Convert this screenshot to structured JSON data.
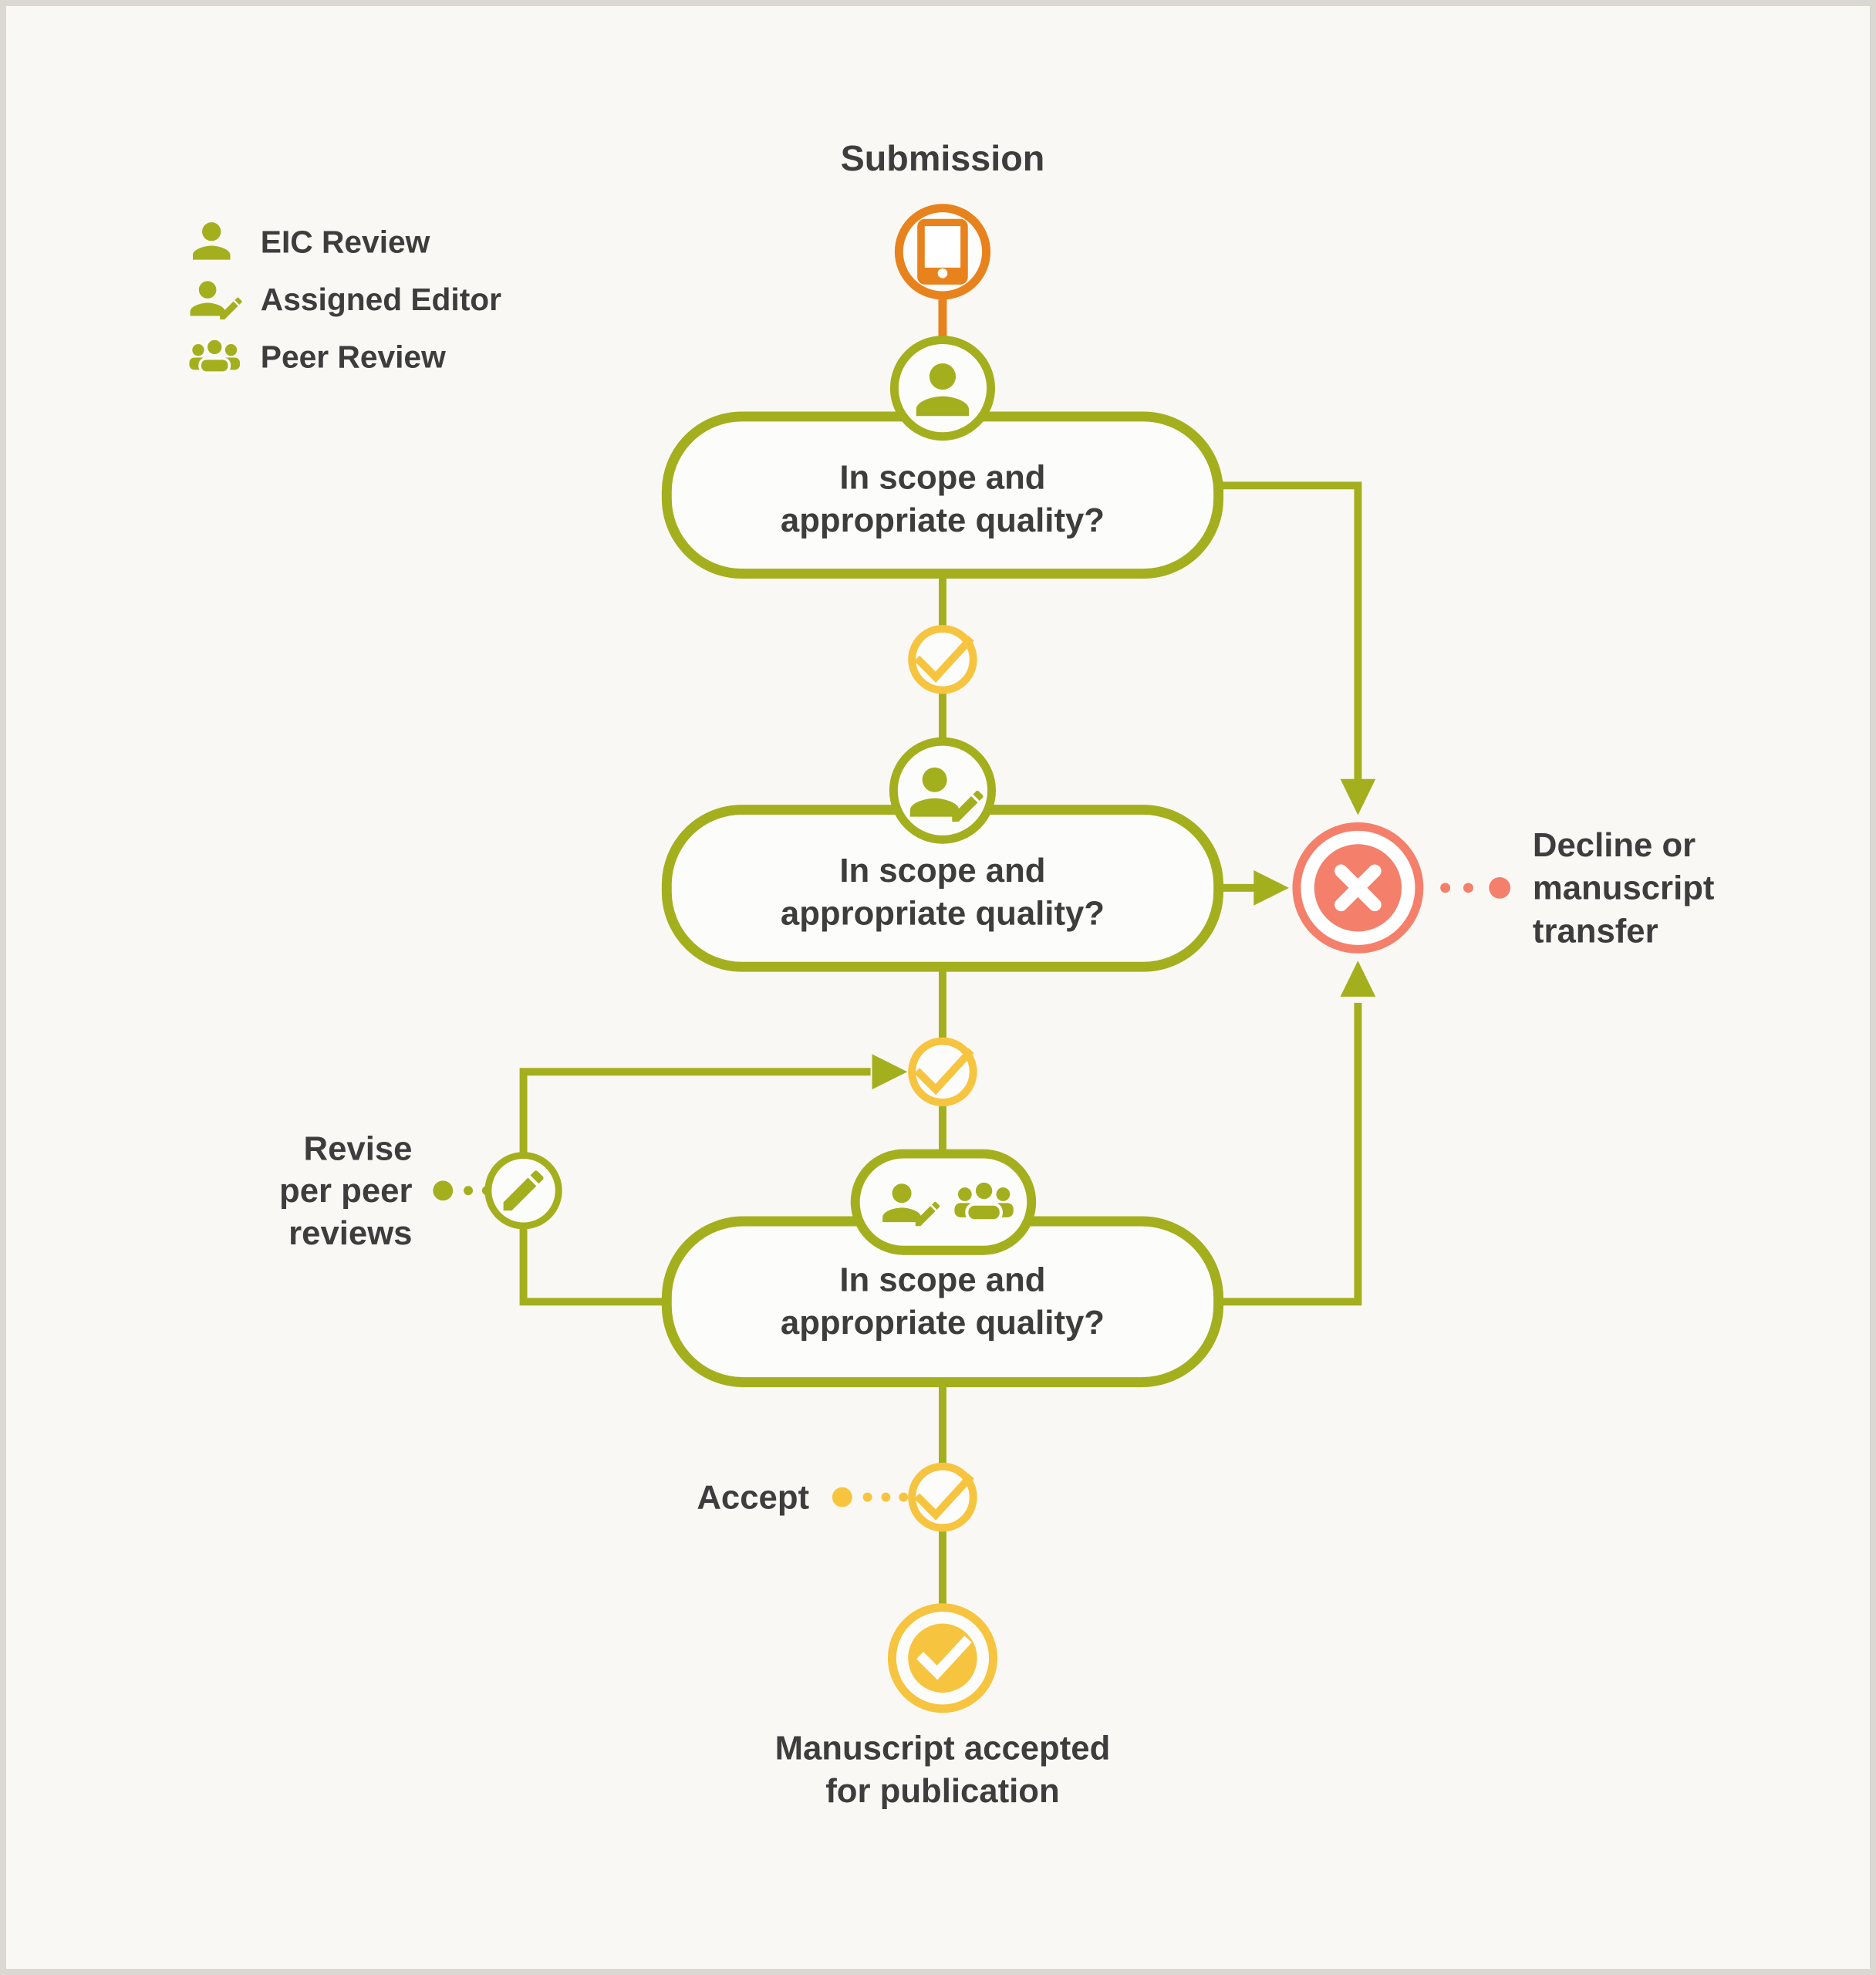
{
  "title": "Submission",
  "legend": {
    "items": [
      {
        "icon": "person-icon",
        "label": "EIC Review"
      },
      {
        "icon": "person-edit-icon",
        "label": "Assigned Editor"
      },
      {
        "icon": "group-icon",
        "label": "Peer Review"
      }
    ]
  },
  "boxes": [
    {
      "icon": "person-icon",
      "line1": "In scope and",
      "line2": "appropriate quality?"
    },
    {
      "icon": "person-edit-icon",
      "line1": "In scope and",
      "line2": "appropriate quality?"
    },
    {
      "icon": "person-edit-and-group-icons",
      "line1": "In scope and",
      "line2": "appropriate quality?"
    }
  ],
  "labels": {
    "accept": "Accept",
    "revise": [
      "Revise",
      "per peer",
      "reviews"
    ],
    "decline": [
      "Decline or",
      "manuscript",
      "transfer"
    ],
    "end": [
      "Manuscript accepted",
      "for publication"
    ]
  },
  "icons": {
    "start": "tablet-icon",
    "pass": "check-icon",
    "fail": "x-icon",
    "revise": "pencil-icon",
    "final": "check-badge-icon"
  },
  "colors": {
    "olive": "#A4AF1E",
    "yellow": "#F6C43F",
    "orange": "#E8821C",
    "salmon": "#F4806B",
    "text": "#3D3D3D",
    "bg": "#F9F8F5",
    "node": "#FCFCFA",
    "frame": "#DBD7D1"
  }
}
